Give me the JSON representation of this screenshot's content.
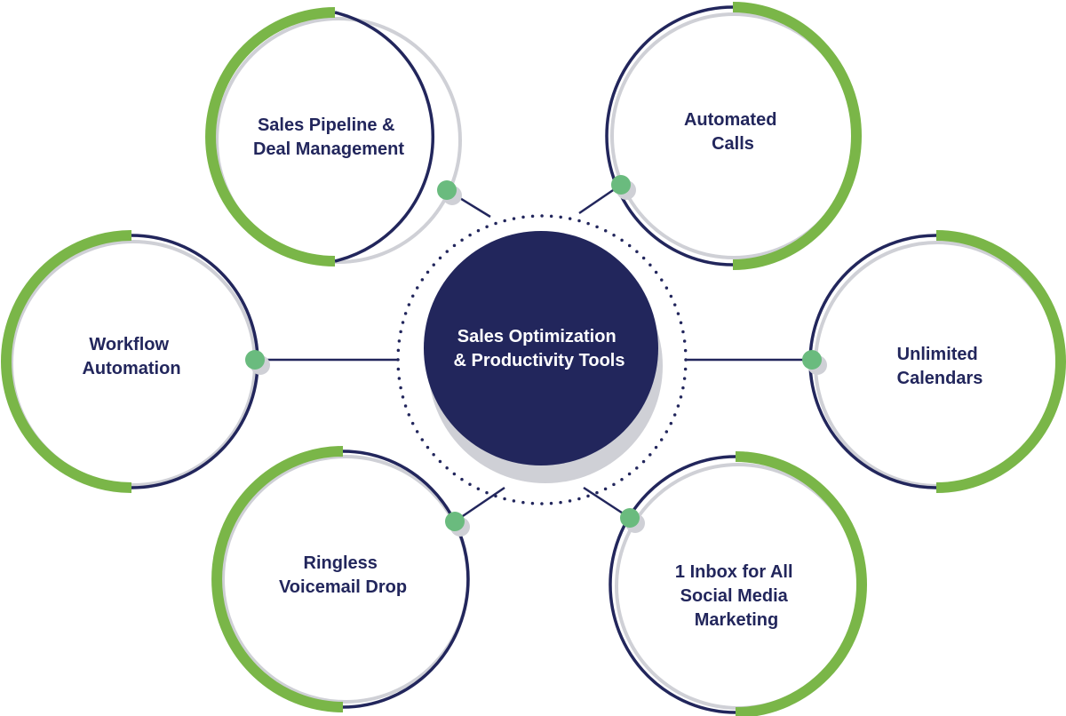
{
  "colors": {
    "navy": "#22265c",
    "green": "#7ab648",
    "dot_green": "#6abb7e",
    "shadow": "#cfd0d6",
    "background": "#ffffff"
  },
  "hub": {
    "lines": [
      "Sales Optimization",
      "& Productivity Tools"
    ]
  },
  "nodes": [
    {
      "id": "sales-pipeline",
      "lines": [
        "Sales Pipeline &",
        "Deal Management"
      ]
    },
    {
      "id": "automated-calls",
      "lines": [
        "Automated",
        "Calls"
      ]
    },
    {
      "id": "workflow-automation",
      "lines": [
        "Workflow",
        "Automation"
      ]
    },
    {
      "id": "unlimited-calendars",
      "lines": [
        "Unlimited",
        "Calendars"
      ]
    },
    {
      "id": "ringless-voicemail",
      "lines": [
        "Ringless",
        "Voicemail Drop"
      ]
    },
    {
      "id": "one-inbox",
      "lines": [
        "1 Inbox for All",
        "Social Media",
        "Marketing"
      ]
    }
  ]
}
